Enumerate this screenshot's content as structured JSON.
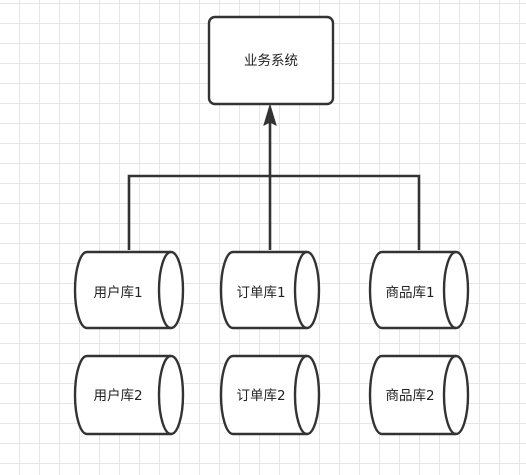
{
  "diagram": {
    "system_node": {
      "label": "业务系统"
    },
    "databases": {
      "user_db_1": {
        "label": "用户库1"
      },
      "user_db_2": {
        "label": "用户库2"
      },
      "order_db_1": {
        "label": "订单库1"
      },
      "order_db_2": {
        "label": "订单库2"
      },
      "product_db_1": {
        "label": "商品库1"
      },
      "product_db_2": {
        "label": "商品库2"
      }
    },
    "colors": {
      "stroke": "#333333",
      "fill": "#ffffff",
      "grid": "#e6e6e6",
      "text": "#222222"
    }
  }
}
